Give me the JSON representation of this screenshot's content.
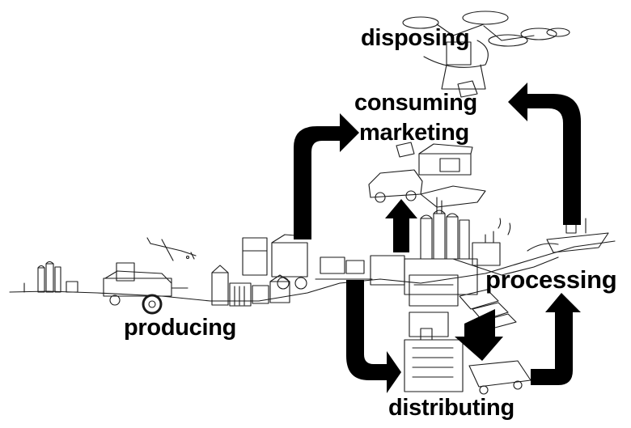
{
  "labels": {
    "disposing": "disposing",
    "consuming": "consuming",
    "marketing": "marketing",
    "processing": "processing",
    "producing": "producing",
    "distributing": "distributing"
  },
  "colors": {
    "background": "#ffffff",
    "ink": "#000000",
    "arrow": "#000000"
  }
}
